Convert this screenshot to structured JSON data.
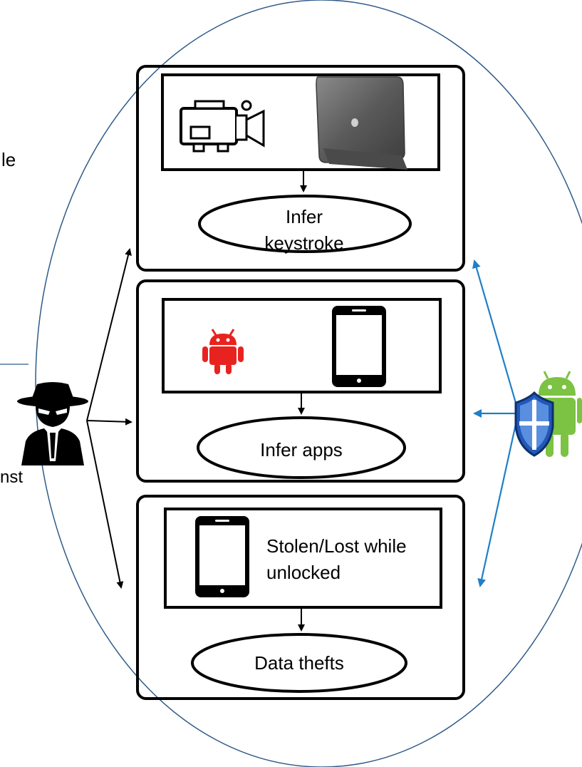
{
  "left_cut_text": {
    "line1": "le",
    "line2": "nst"
  },
  "panels": [
    {
      "result_label": "Infer keystroke",
      "result_line1": "Infer",
      "result_line2": "keystroke"
    },
    {
      "result_label": "Infer apps"
    },
    {
      "device_text_line1": "Stolen/Lost while",
      "device_text_line2": "unlocked",
      "result_label": "Data thefts"
    }
  ],
  "colors": {
    "ellipse_outline": "#2f5b88",
    "defense_arrows": "#1f7fc8",
    "attack_arrows": "#000000",
    "malware_android": "#e8231f",
    "android_green": "#7cc243",
    "shield_blue": "#2258b8"
  },
  "icons": {
    "attacker": "spy-hacker-icon",
    "defender": "android-shield-icon",
    "camera": "video-camera-icon",
    "tablet": "tablet-photo",
    "malware": "red-android-malware-icon",
    "phone": "smartphone-icon"
  }
}
